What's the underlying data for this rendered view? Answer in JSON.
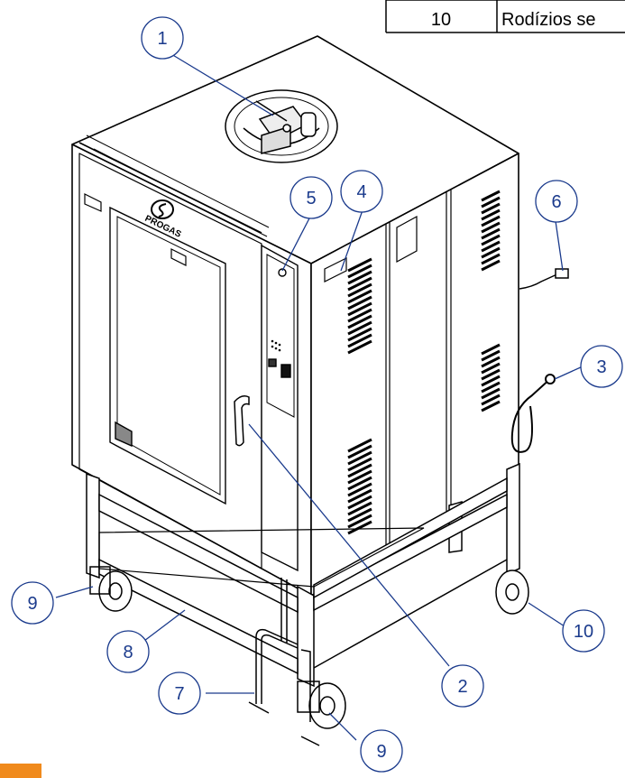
{
  "parts_table": {
    "rows": [
      {
        "number": "10",
        "description": "Rodízios se"
      }
    ]
  },
  "brand": {
    "logo_text": "PROGAS"
  },
  "callouts": [
    {
      "id": "1",
      "label": "1"
    },
    {
      "id": "2",
      "label": "2"
    },
    {
      "id": "3",
      "label": "3"
    },
    {
      "id": "4",
      "label": "4"
    },
    {
      "id": "5",
      "label": "5"
    },
    {
      "id": "6",
      "label": "6"
    },
    {
      "id": "7",
      "label": "7"
    },
    {
      "id": "8",
      "label": "8"
    },
    {
      "id": "9a",
      "label": "9"
    },
    {
      "id": "9b",
      "label": "9"
    },
    {
      "id": "10",
      "label": "10"
    }
  ],
  "colors": {
    "callout_stroke": "#1a3a8c",
    "leader_line": "#1a3a8c",
    "drawing_line": "#000000",
    "accent_bar": "#f08a1c"
  }
}
